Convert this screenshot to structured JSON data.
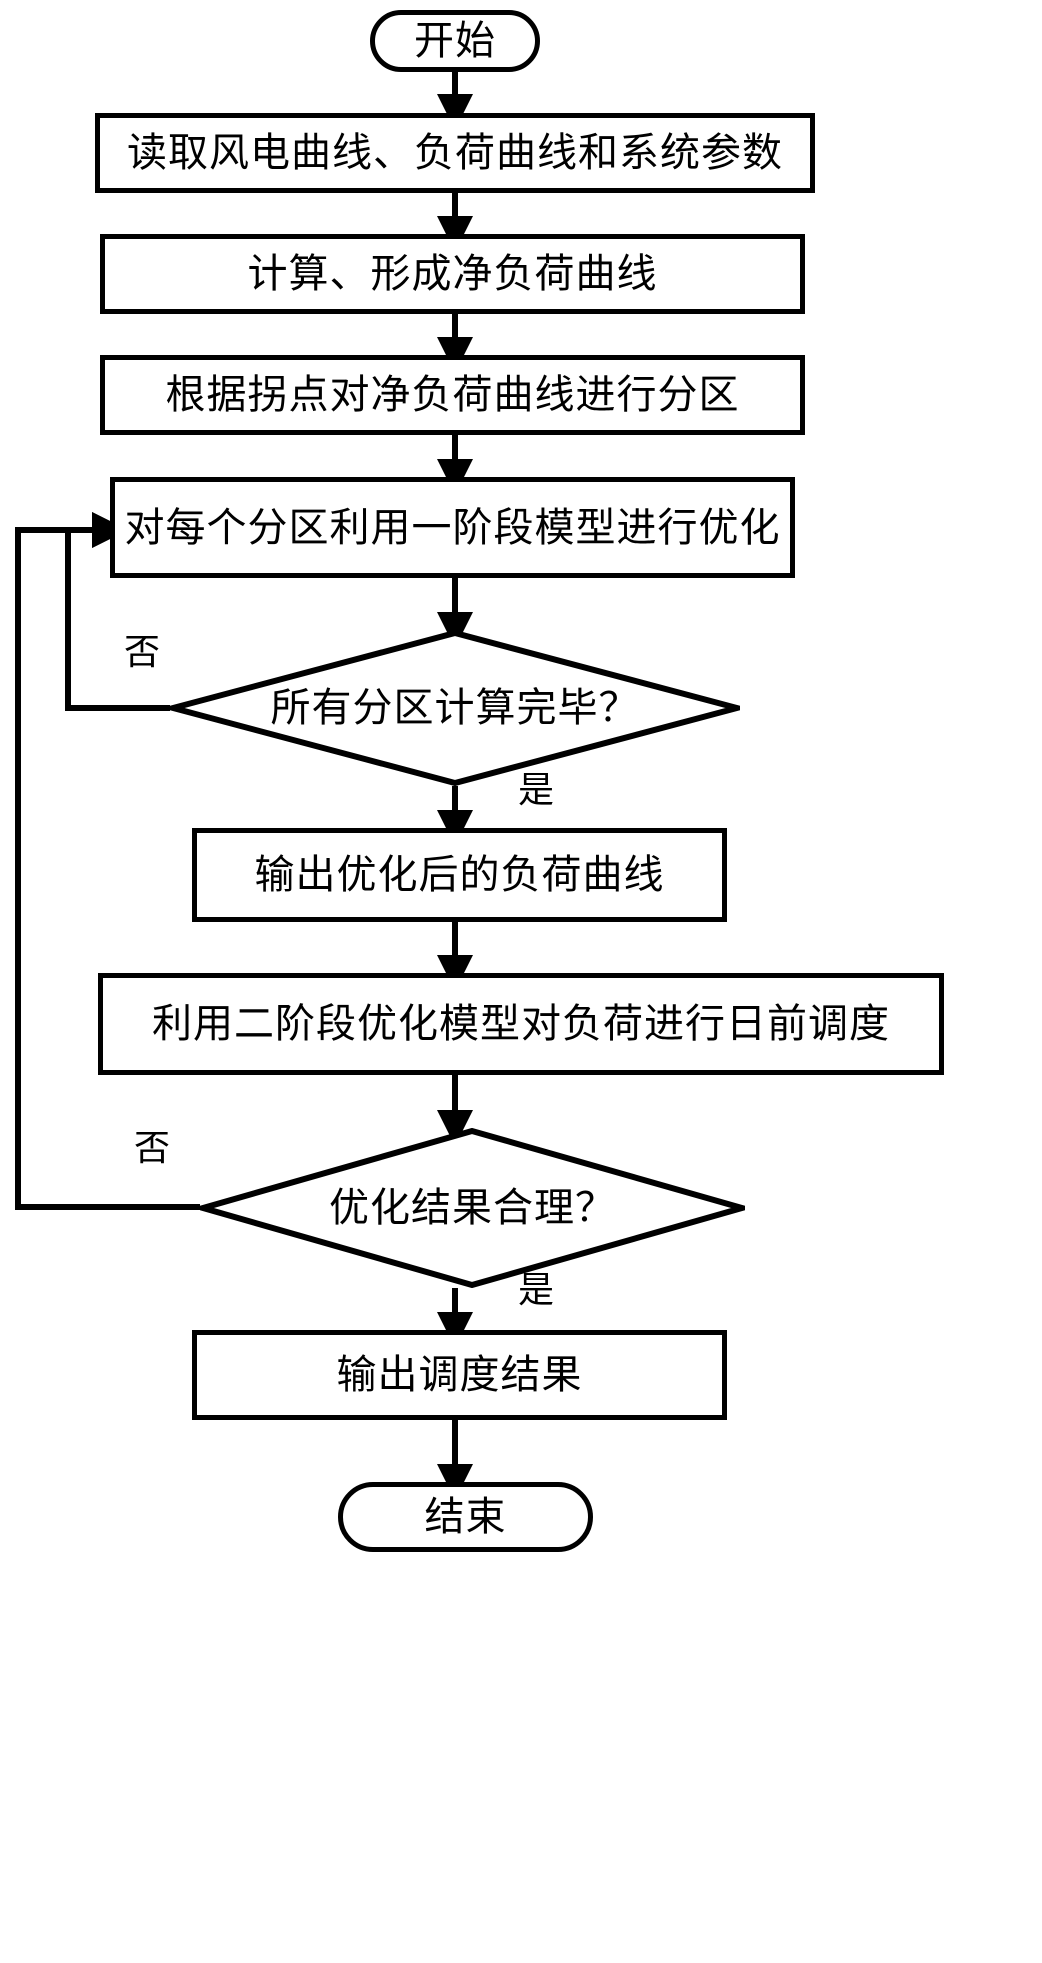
{
  "diagram": {
    "type": "flowchart",
    "title": "",
    "language": "zh-CN",
    "line_color": "#000000",
    "fill_color": "#ffffff",
    "text_color": "#000000"
  },
  "nodes": {
    "start": {
      "shape": "terminator",
      "label": "开始"
    },
    "step1": {
      "shape": "process",
      "label": "读取风电曲线、负荷曲线和系统参数"
    },
    "step2": {
      "shape": "process",
      "label": "计算、形成净负荷曲线"
    },
    "step3": {
      "shape": "process",
      "label": "根据拐点对净负荷曲线进行分区"
    },
    "step4": {
      "shape": "process",
      "label": "对每个分区利用一阶段模型进行优化"
    },
    "decision1": {
      "shape": "decision",
      "label": "所有分区计算完毕？"
    },
    "step5": {
      "shape": "process",
      "label": "输出优化后的负荷曲线"
    },
    "step6": {
      "shape": "process",
      "label": "利用二阶段优化模型对负荷进行日前调度"
    },
    "decision2": {
      "shape": "decision",
      "label": "优化结果合理？"
    },
    "step7": {
      "shape": "process",
      "label": "输出调度结果"
    },
    "end": {
      "shape": "terminator",
      "label": "结束"
    }
  },
  "edge_labels": {
    "d1_no": "否",
    "d1_yes": "是",
    "d2_no": "否",
    "d2_yes": "是"
  },
  "edges": [
    {
      "from": "start",
      "to": "step1",
      "label": ""
    },
    {
      "from": "step1",
      "to": "step2",
      "label": ""
    },
    {
      "from": "step2",
      "to": "step3",
      "label": ""
    },
    {
      "from": "step3",
      "to": "step4",
      "label": ""
    },
    {
      "from": "step4",
      "to": "decision1",
      "label": ""
    },
    {
      "from": "decision1",
      "to": "step4",
      "label": "否"
    },
    {
      "from": "decision1",
      "to": "step5",
      "label": "是"
    },
    {
      "from": "step5",
      "to": "step6",
      "label": ""
    },
    {
      "from": "step6",
      "to": "decision2",
      "label": ""
    },
    {
      "from": "decision2",
      "to": "step4",
      "label": "否"
    },
    {
      "from": "decision2",
      "to": "step7",
      "label": "是"
    },
    {
      "from": "step7",
      "to": "end",
      "label": ""
    }
  ]
}
